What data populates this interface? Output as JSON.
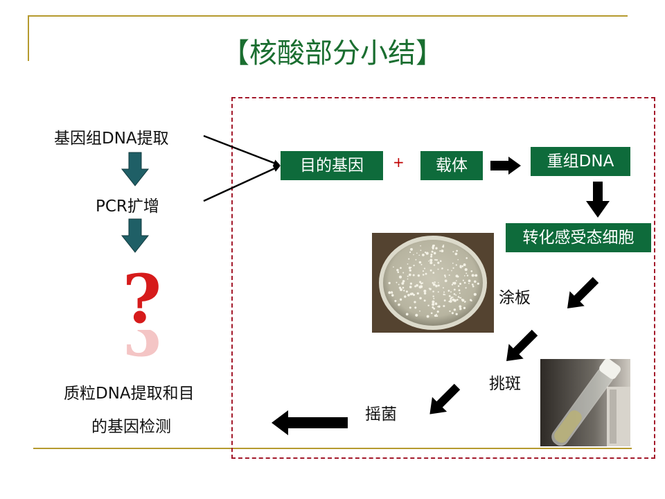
{
  "title": "【核酸部分小结】",
  "left_flow": {
    "step1": "基因组DNA提取",
    "step2": "PCR扩增",
    "question": "?",
    "step3_line1": "质粒DNA提取和目",
    "step3_line2": "的基因检测"
  },
  "main_flow": {
    "target_gene": "目的基因",
    "plus": "+",
    "vector": "载体",
    "recombinant": "重组DNA",
    "transform": "转化感受态细胞",
    "plating": "涂板",
    "picking": "挑斑",
    "shaking": "摇菌"
  },
  "colors": {
    "title": "#1a6e30",
    "box_fill": "#0e6b3b",
    "dashed_border": "#a3182a",
    "rule": "#b59a2e",
    "down_arrow": "#1f5f66",
    "question": "#d61b1b"
  },
  "icons": {
    "down_arrow": "teal-down-arrow-icon",
    "flow_arrow": "black-arrow-icon",
    "question": "question-mark-icon"
  }
}
